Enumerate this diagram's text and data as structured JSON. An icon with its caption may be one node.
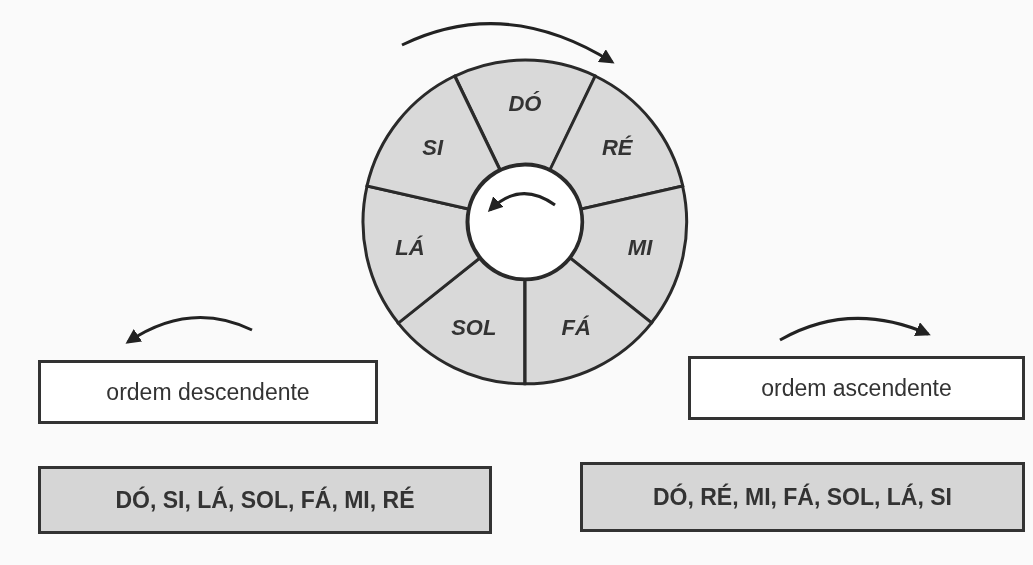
{
  "diagram": {
    "nodes": [
      {
        "text": [
          "DÓ"
        ]
      },
      {
        "text": [
          "RÉ"
        ]
      },
      {
        "text": [
          "MI"
        ]
      },
      {
        "text": [
          "FÁ"
        ]
      },
      {
        "text": [
          "SOL"
        ]
      },
      {
        "text": [
          "LÁ"
        ]
      },
      {
        "text": [
          "SI"
        ]
      },
      {
        "text": [
          "ordem descendente"
        ]
      },
      {
        "text": [
          "ordem ascendente"
        ]
      },
      {
        "text": [
          "DÓ, SI, LÁ, SOL, FÁ, MI, RÉ"
        ]
      },
      {
        "text": [
          "DÓ, RÉ, MI, FÁ, SOL, LÁ, SI"
        ]
      }
    ]
  }
}
